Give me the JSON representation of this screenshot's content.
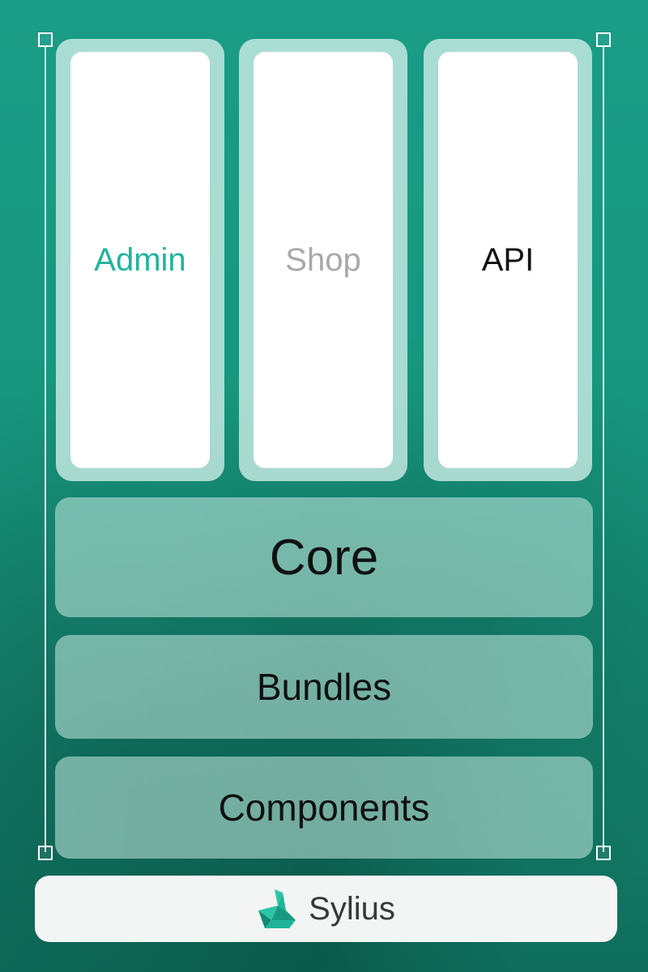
{
  "columns": [
    {
      "label": "Admin",
      "color": "#1fb49a"
    },
    {
      "label": "Shop",
      "color": "#a9a9a9"
    },
    {
      "label": "API",
      "color": "#111111"
    }
  ],
  "layers": [
    {
      "label": "Core"
    },
    {
      "label": "Bundles"
    },
    {
      "label": "Components"
    }
  ],
  "footer": {
    "brand": "Sylius",
    "icon": "sylius-swan-icon",
    "brand_color": "#1fb49a"
  }
}
